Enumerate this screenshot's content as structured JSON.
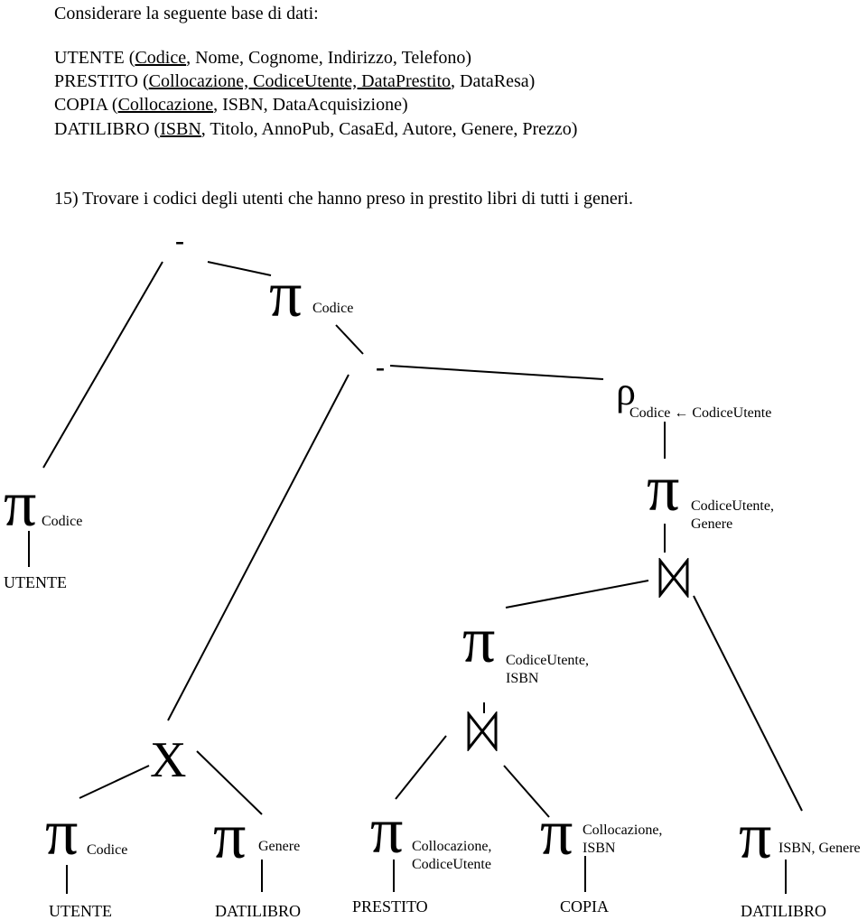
{
  "intro": "Considerare la seguente base di dati:",
  "schema": [
    {
      "name": "UTENTE",
      "open": " (",
      "key": "Codice",
      "rest": ", Nome, Cognome, Indirizzo, Telefono)"
    },
    {
      "name": "PRESTITO",
      "open": " (",
      "key": "Collocazione, CodiceUtente, DataPrestito",
      "rest": ", DataResa)"
    },
    {
      "name": "COPIA",
      "open": " (",
      "key": "Collocazione",
      "rest": ", ISBN, DataAcquisizione)"
    },
    {
      "name": "DATILIBRO",
      "open": " (",
      "key": "ISBN",
      "rest": ", Titolo, AnnoPub, CasaEd, Autore, Genere, Prezzo)"
    }
  ],
  "question": "15) Trovare i codici degli utenti che hanno preso in prestito libri di tutti i generi.",
  "symbols": {
    "pi": "π",
    "rho": "ρ",
    "minus": "-",
    "times": "X"
  },
  "tree": {
    "root_minus": "-",
    "pi_codice_top": "Codice",
    "inner_minus": "-",
    "rho_rename": "Codice ← CodiceUtente",
    "pi_left_sub": "Codice",
    "utente_left": "UTENTE",
    "pi_right_sub_1": "CodiceUtente,",
    "pi_right_sub_2": "Genere",
    "pi_mid_sub_1": "CodiceUtente,",
    "pi_mid_sub_2": "ISBN",
    "times": "X",
    "pi_b1_sub": "Codice",
    "pi_b2_sub": "Genere",
    "pi_b3_sub_1": "Collocazione,",
    "pi_b3_sub_2": "CodiceUtente",
    "pi_b4_sub_1": "Collocazione,",
    "pi_b4_sub_2": "ISBN",
    "pi_b5_sub": "ISBN, Genere",
    "leaf_b1": "UTENTE",
    "leaf_b2": "DATILIBRO",
    "leaf_b3": "PRESTITO",
    "leaf_b4": "COPIA",
    "leaf_b5": "DATILIBRO"
  }
}
